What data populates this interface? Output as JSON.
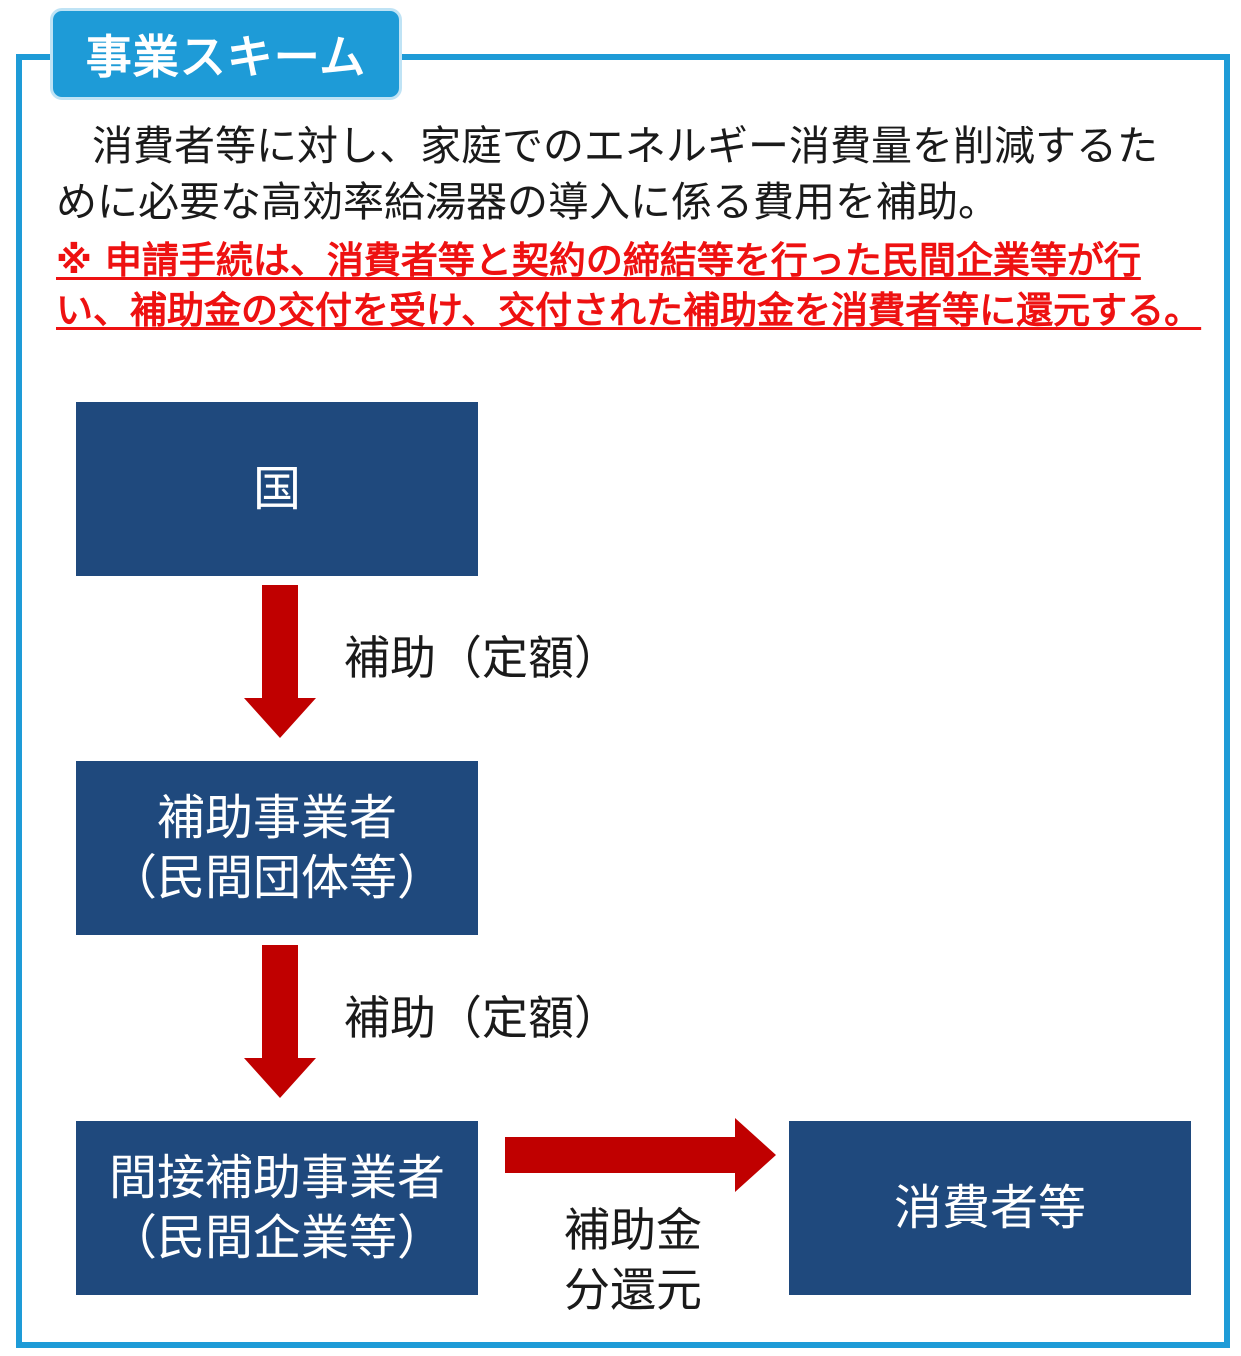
{
  "title": "事業スキーム",
  "description": [
    "消費者等に対し、家庭でのエネルギー消費量を削減するた",
    "めに必要な高効率給湯器の導入に係る費用を補助。"
  ],
  "note": [
    "※ 申請手続は、消費者等と契約の締結等を行った民間企業等が行",
    "い、補助金の交付を受け、交付された補助金を消費者等に還元する。"
  ],
  "boxes": {
    "kuni": "国",
    "hojo_jigyosha": [
      "補助事業者",
      "（民間団体等）"
    ],
    "kansetsu": [
      "間接補助事業者",
      "（民間企業等）"
    ],
    "shohisha": "消費者等"
  },
  "flows": {
    "first": "補助（定額）",
    "second": "補助（定額）",
    "third": [
      "補助金",
      "分還元"
    ]
  },
  "colors": {
    "frame": "#1E9BD7",
    "box": "#1F497D",
    "arrow": "#C00000",
    "note": "#EE1111"
  }
}
